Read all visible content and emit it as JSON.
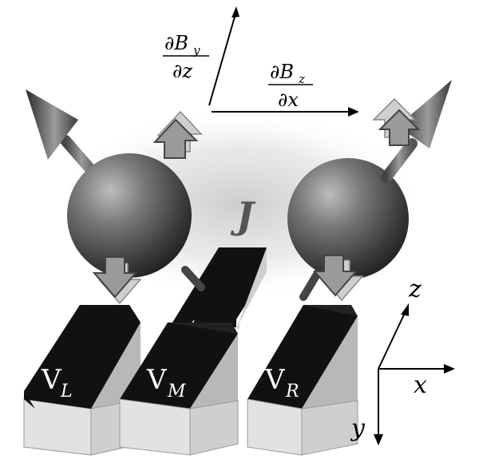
{
  "coupling_label": "J",
  "gradient_y": {
    "numerator": "∂B",
    "num_sub": "y",
    "denominator": "∂z"
  },
  "gradient_z": {
    "numerator": "∂B",
    "num_sub": "z",
    "denominator": "∂x"
  },
  "gates": [
    {
      "main": "V",
      "sub": "L"
    },
    {
      "main": "V",
      "sub": "M"
    },
    {
      "main": "V",
      "sub": "R"
    }
  ],
  "axes": {
    "x": "x",
    "y": "y",
    "z": "z"
  },
  "colors": {
    "gate_top": "#111111",
    "gate_side": "#cfcfcf",
    "gate_front": "#e2e2e2",
    "sphere": "#666666",
    "arrow": "#9a9a9a"
  }
}
